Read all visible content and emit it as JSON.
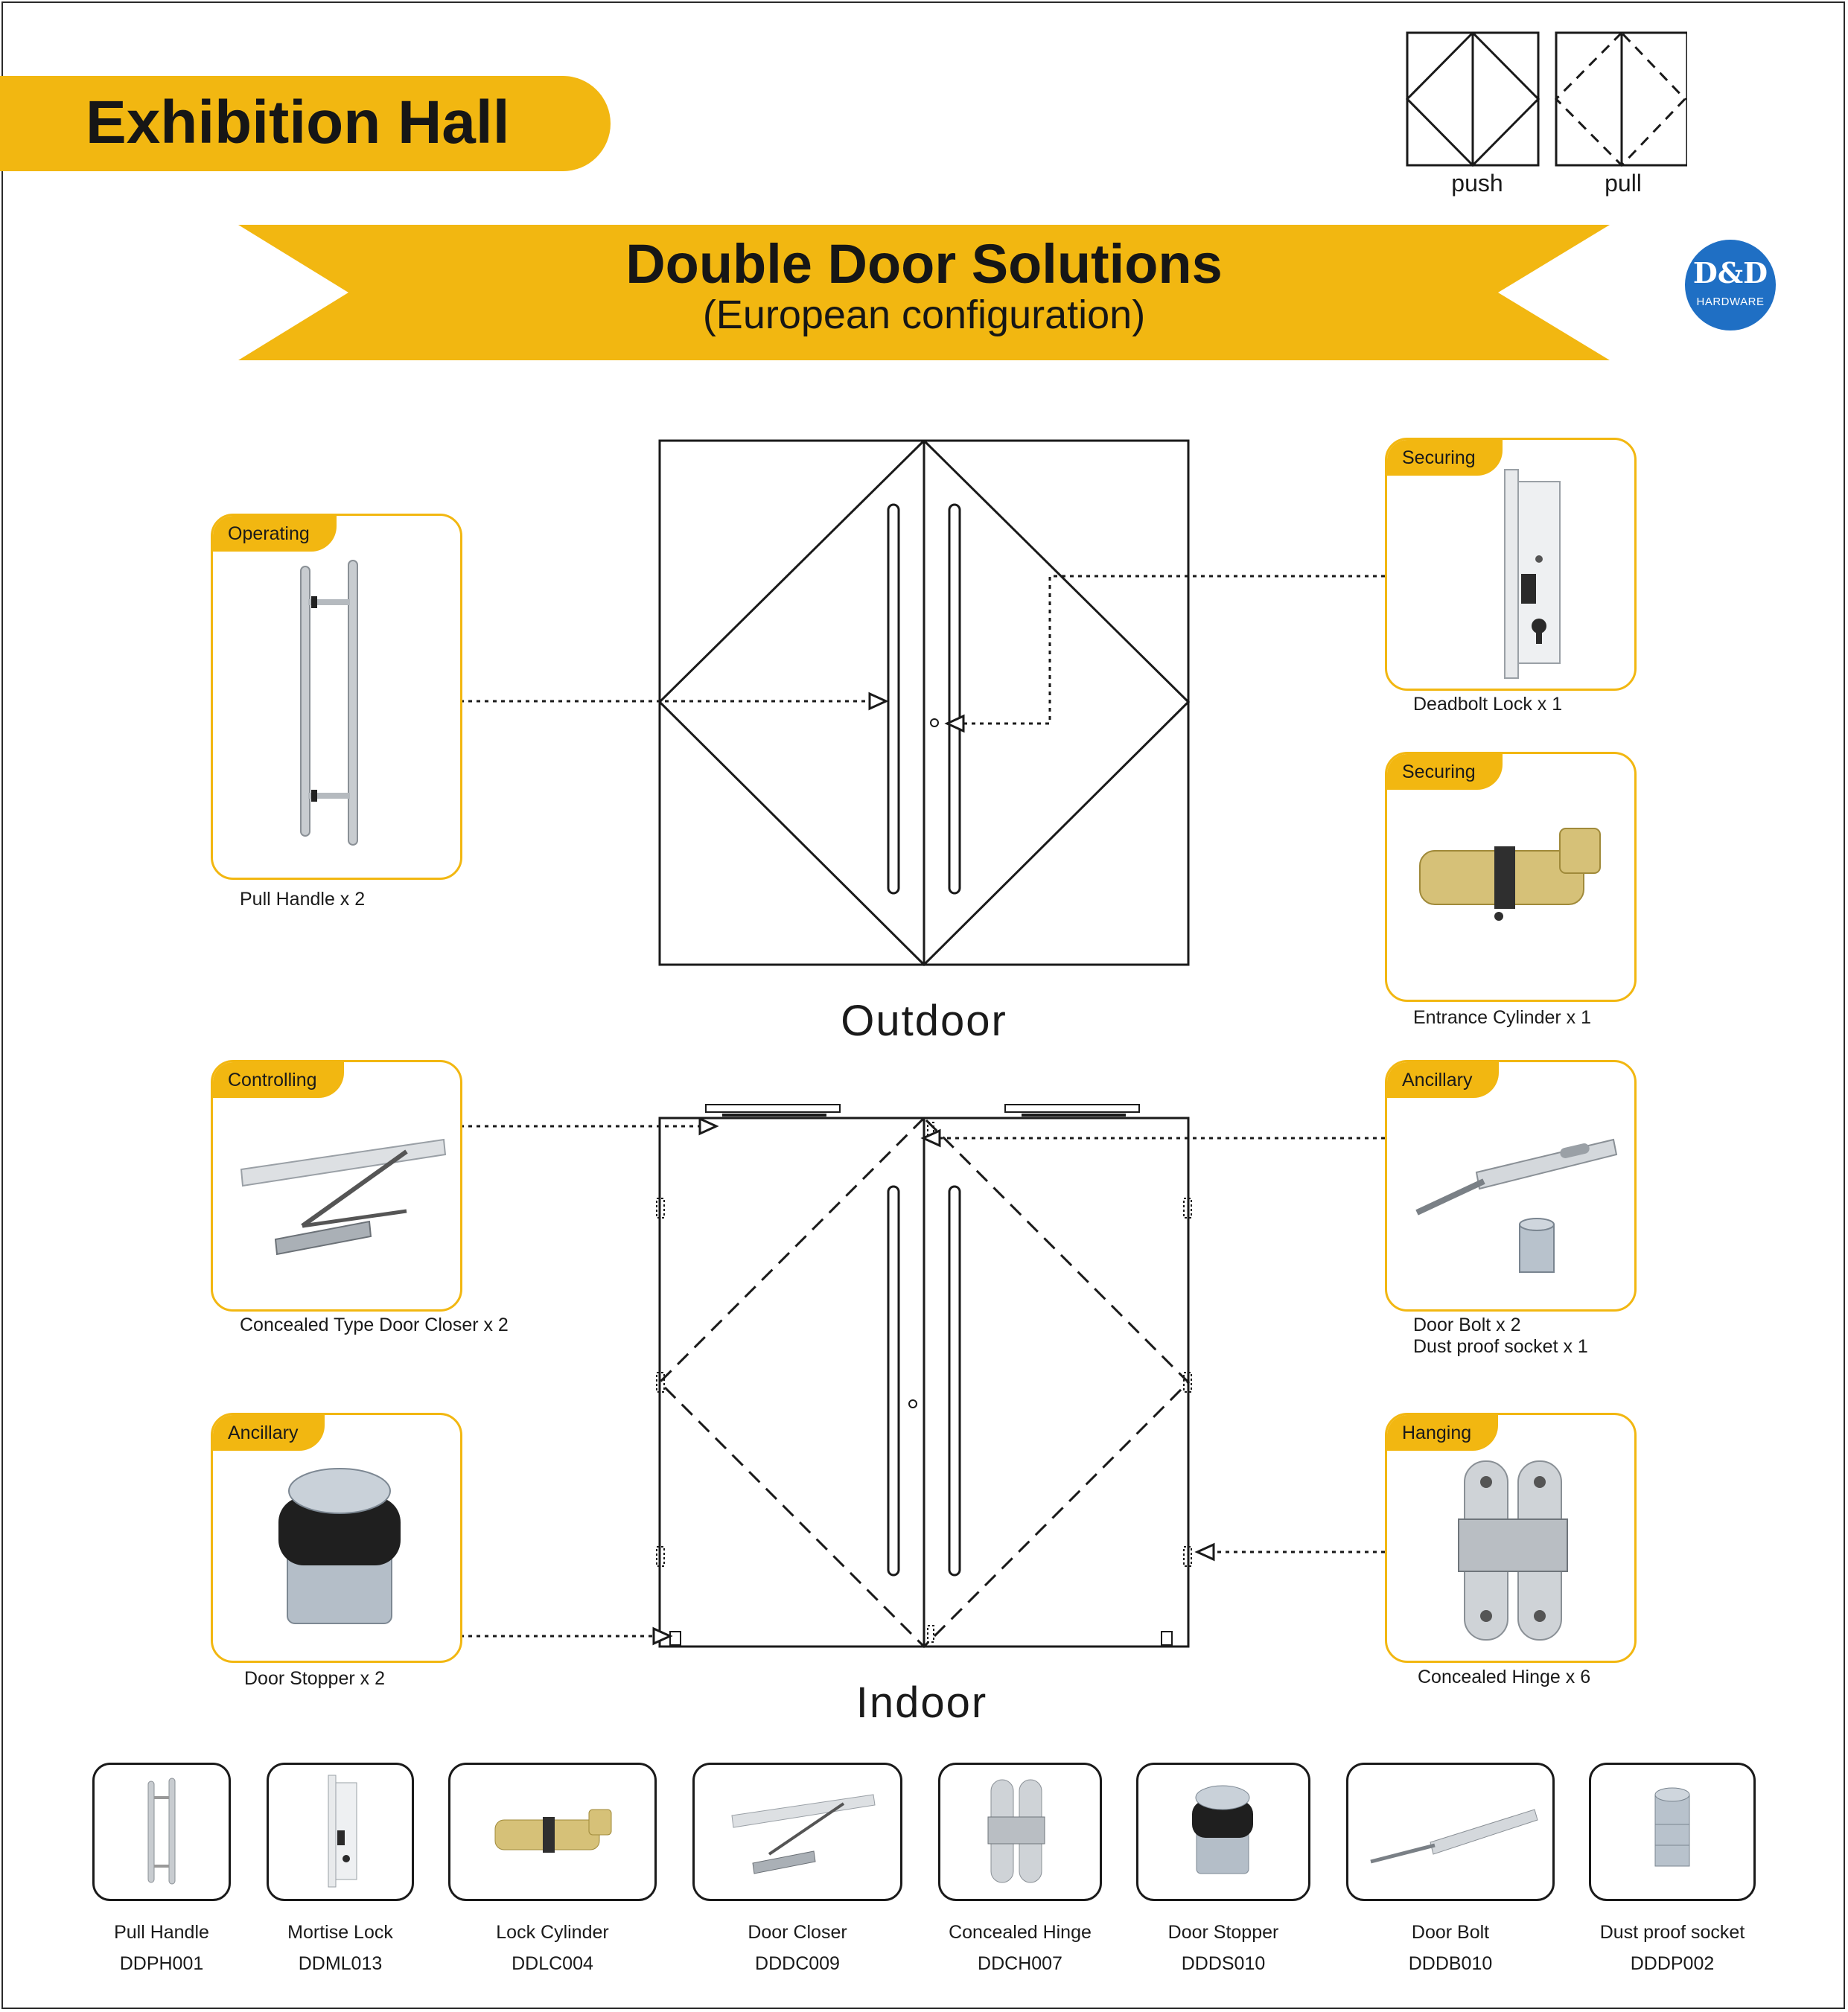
{
  "header": {
    "title": "Exhibition Hall",
    "push_label": "push",
    "pull_label": "pull"
  },
  "banner": {
    "title": "Double Door Solutions",
    "subtitle": "(European configuration)"
  },
  "logo": {
    "mark": "D&D",
    "text": "HARDWARE"
  },
  "doors": {
    "outdoor_label": "Outdoor",
    "indoor_label": "Indoor"
  },
  "callouts": [
    {
      "category": "Operating",
      "caption": "Pull Handle x 2",
      "icon": "pull-handle-image"
    },
    {
      "category": "Securing",
      "caption": "Deadbolt Lock x 1",
      "icon": "mortise-lock-image"
    },
    {
      "category": "Securing",
      "caption": "Entrance Cylinder x 1",
      "icon": "lock-cylinder-image"
    },
    {
      "category": "Controlling",
      "caption": "Concealed Type Door Closer x 2",
      "icon": "door-closer-image"
    },
    {
      "category": "Ancillary",
      "caption": "Door Bolt x 2",
      "caption2": "Dust  proof socket  x 1",
      "icon": "door-bolt-image"
    },
    {
      "category": "Ancillary",
      "caption": "Door Stopper x 2",
      "icon": "door-stopper-image"
    },
    {
      "category": "Hanging",
      "caption": "Concealed Hinge x 6",
      "icon": "concealed-hinge-image"
    }
  ],
  "products": [
    {
      "name": "Pull Handle",
      "code": "DDPH001"
    },
    {
      "name": "Mortise Lock",
      "code": "DDML013"
    },
    {
      "name": "Lock Cylinder",
      "code": "DDLC004"
    },
    {
      "name": "Door Closer",
      "code": "DDDC009"
    },
    {
      "name": "Concealed Hinge",
      "code": "DDCH007"
    },
    {
      "name": "Door Stopper",
      "code": "DDDS010"
    },
    {
      "name": "Door Bolt",
      "code": "DDDB010"
    },
    {
      "name": "Dust proof socket",
      "code": "DDDP002"
    }
  ],
  "colors": {
    "accent": "#f2b711",
    "logo": "#1f6fc4",
    "line": "#1a1a1a"
  }
}
